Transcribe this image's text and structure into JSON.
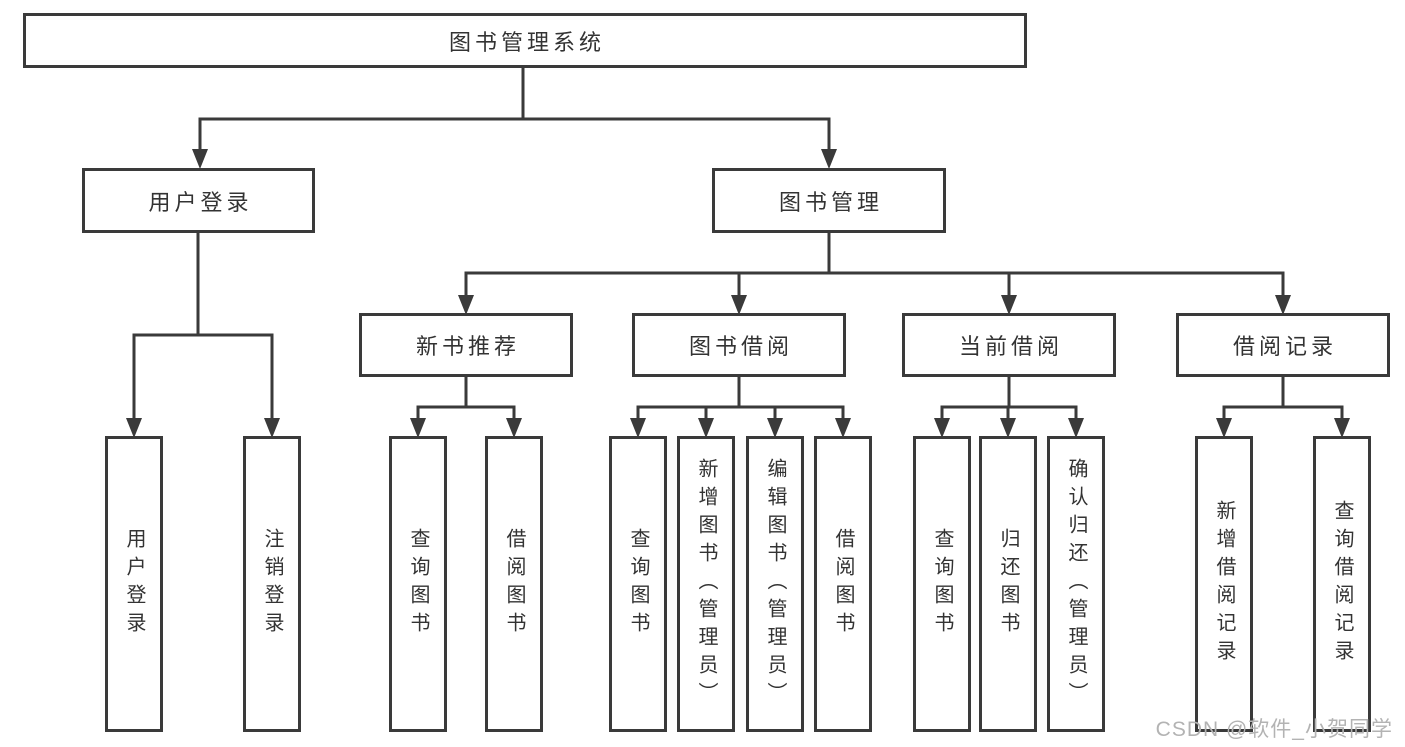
{
  "tree": {
    "root": "图书管理系统",
    "level2": [
      "用户登录",
      "图书管理"
    ],
    "level3": [
      "新书推荐",
      "图书借阅",
      "当前借阅",
      "借阅记录"
    ],
    "leaves_user_login": [
      "用户登录",
      "注销登录"
    ],
    "leaves_new_books": [
      "查询图书",
      "借阅图书"
    ],
    "leaves_book_borrow": [
      "查询图书",
      "新增图书（管理员）",
      "编辑图书（管理员）",
      "借阅图书"
    ],
    "leaves_current_borrow": [
      "查询图书",
      "归还图书",
      "确认归还（管理员）"
    ],
    "leaves_borrow_records": [
      "新增借阅记录",
      "查询借阅记录"
    ]
  },
  "watermark": {
    "text": "CSDN @软件_小贺同学"
  },
  "colors": {
    "line": "#3a3a3a",
    "text": "#333333",
    "watermark": "#b3b3b3",
    "bg": "#ffffff"
  }
}
